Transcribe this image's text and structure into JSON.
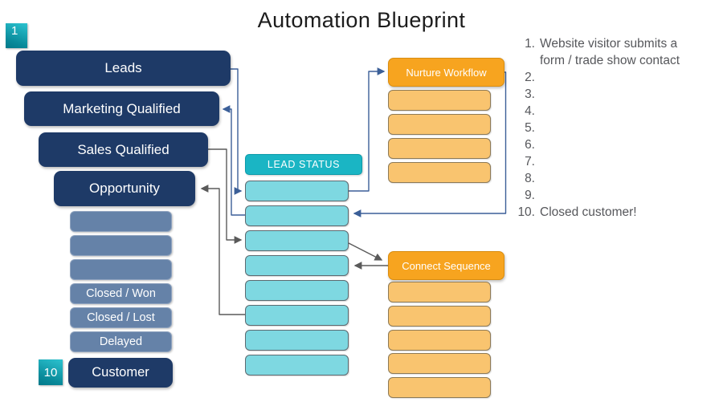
{
  "title": "Automation Blueprint",
  "badges": {
    "start": "1",
    "end": "10"
  },
  "funnel": {
    "stages": [
      {
        "label": "Leads"
      },
      {
        "label": "Marketing Qualified"
      },
      {
        "label": "Sales Qualified"
      },
      {
        "label": "Opportunity"
      }
    ],
    "sub_stages": [
      "",
      "",
      "",
      "Closed / Won",
      "Closed / Lost",
      "Delayed"
    ],
    "customer_label": "Customer"
  },
  "lead_status": {
    "header": "LEAD STATUS",
    "empty_slots": 8
  },
  "nurture_workflow": {
    "header": "Nurture Workflow",
    "empty_slots": 4
  },
  "connect_sequence": {
    "header": "Connect Sequence",
    "empty_slots": 5
  },
  "notes": {
    "items": [
      {
        "n": "1.",
        "text": "Website visitor submits a form / trade show contact"
      },
      {
        "n": "2.",
        "text": ""
      },
      {
        "n": "3.",
        "text": ""
      },
      {
        "n": "4.",
        "text": ""
      },
      {
        "n": "5.",
        "text": ""
      },
      {
        "n": "6.",
        "text": ""
      },
      {
        "n": "7.",
        "text": ""
      },
      {
        "n": "8.",
        "text": ""
      },
      {
        "n": "9.",
        "text": ""
      },
      {
        "n": "10.",
        "text": "Closed customer!"
      }
    ]
  },
  "colors": {
    "navy": "#1e3a67",
    "slate_blue": "#6582a8",
    "teal_header": "#1ab5c4",
    "teal_light": "#7ed8e1",
    "orange_header": "#f7a41f",
    "orange_light": "#f9c46f",
    "badge_teal_top": "#2cc3d0",
    "badge_teal_bottom": "#02798a",
    "connector_blue": "#3b5f98",
    "connector_gray": "#5a5a5a",
    "note_text": "#56575b",
    "title_text": "#1c1c1c"
  }
}
